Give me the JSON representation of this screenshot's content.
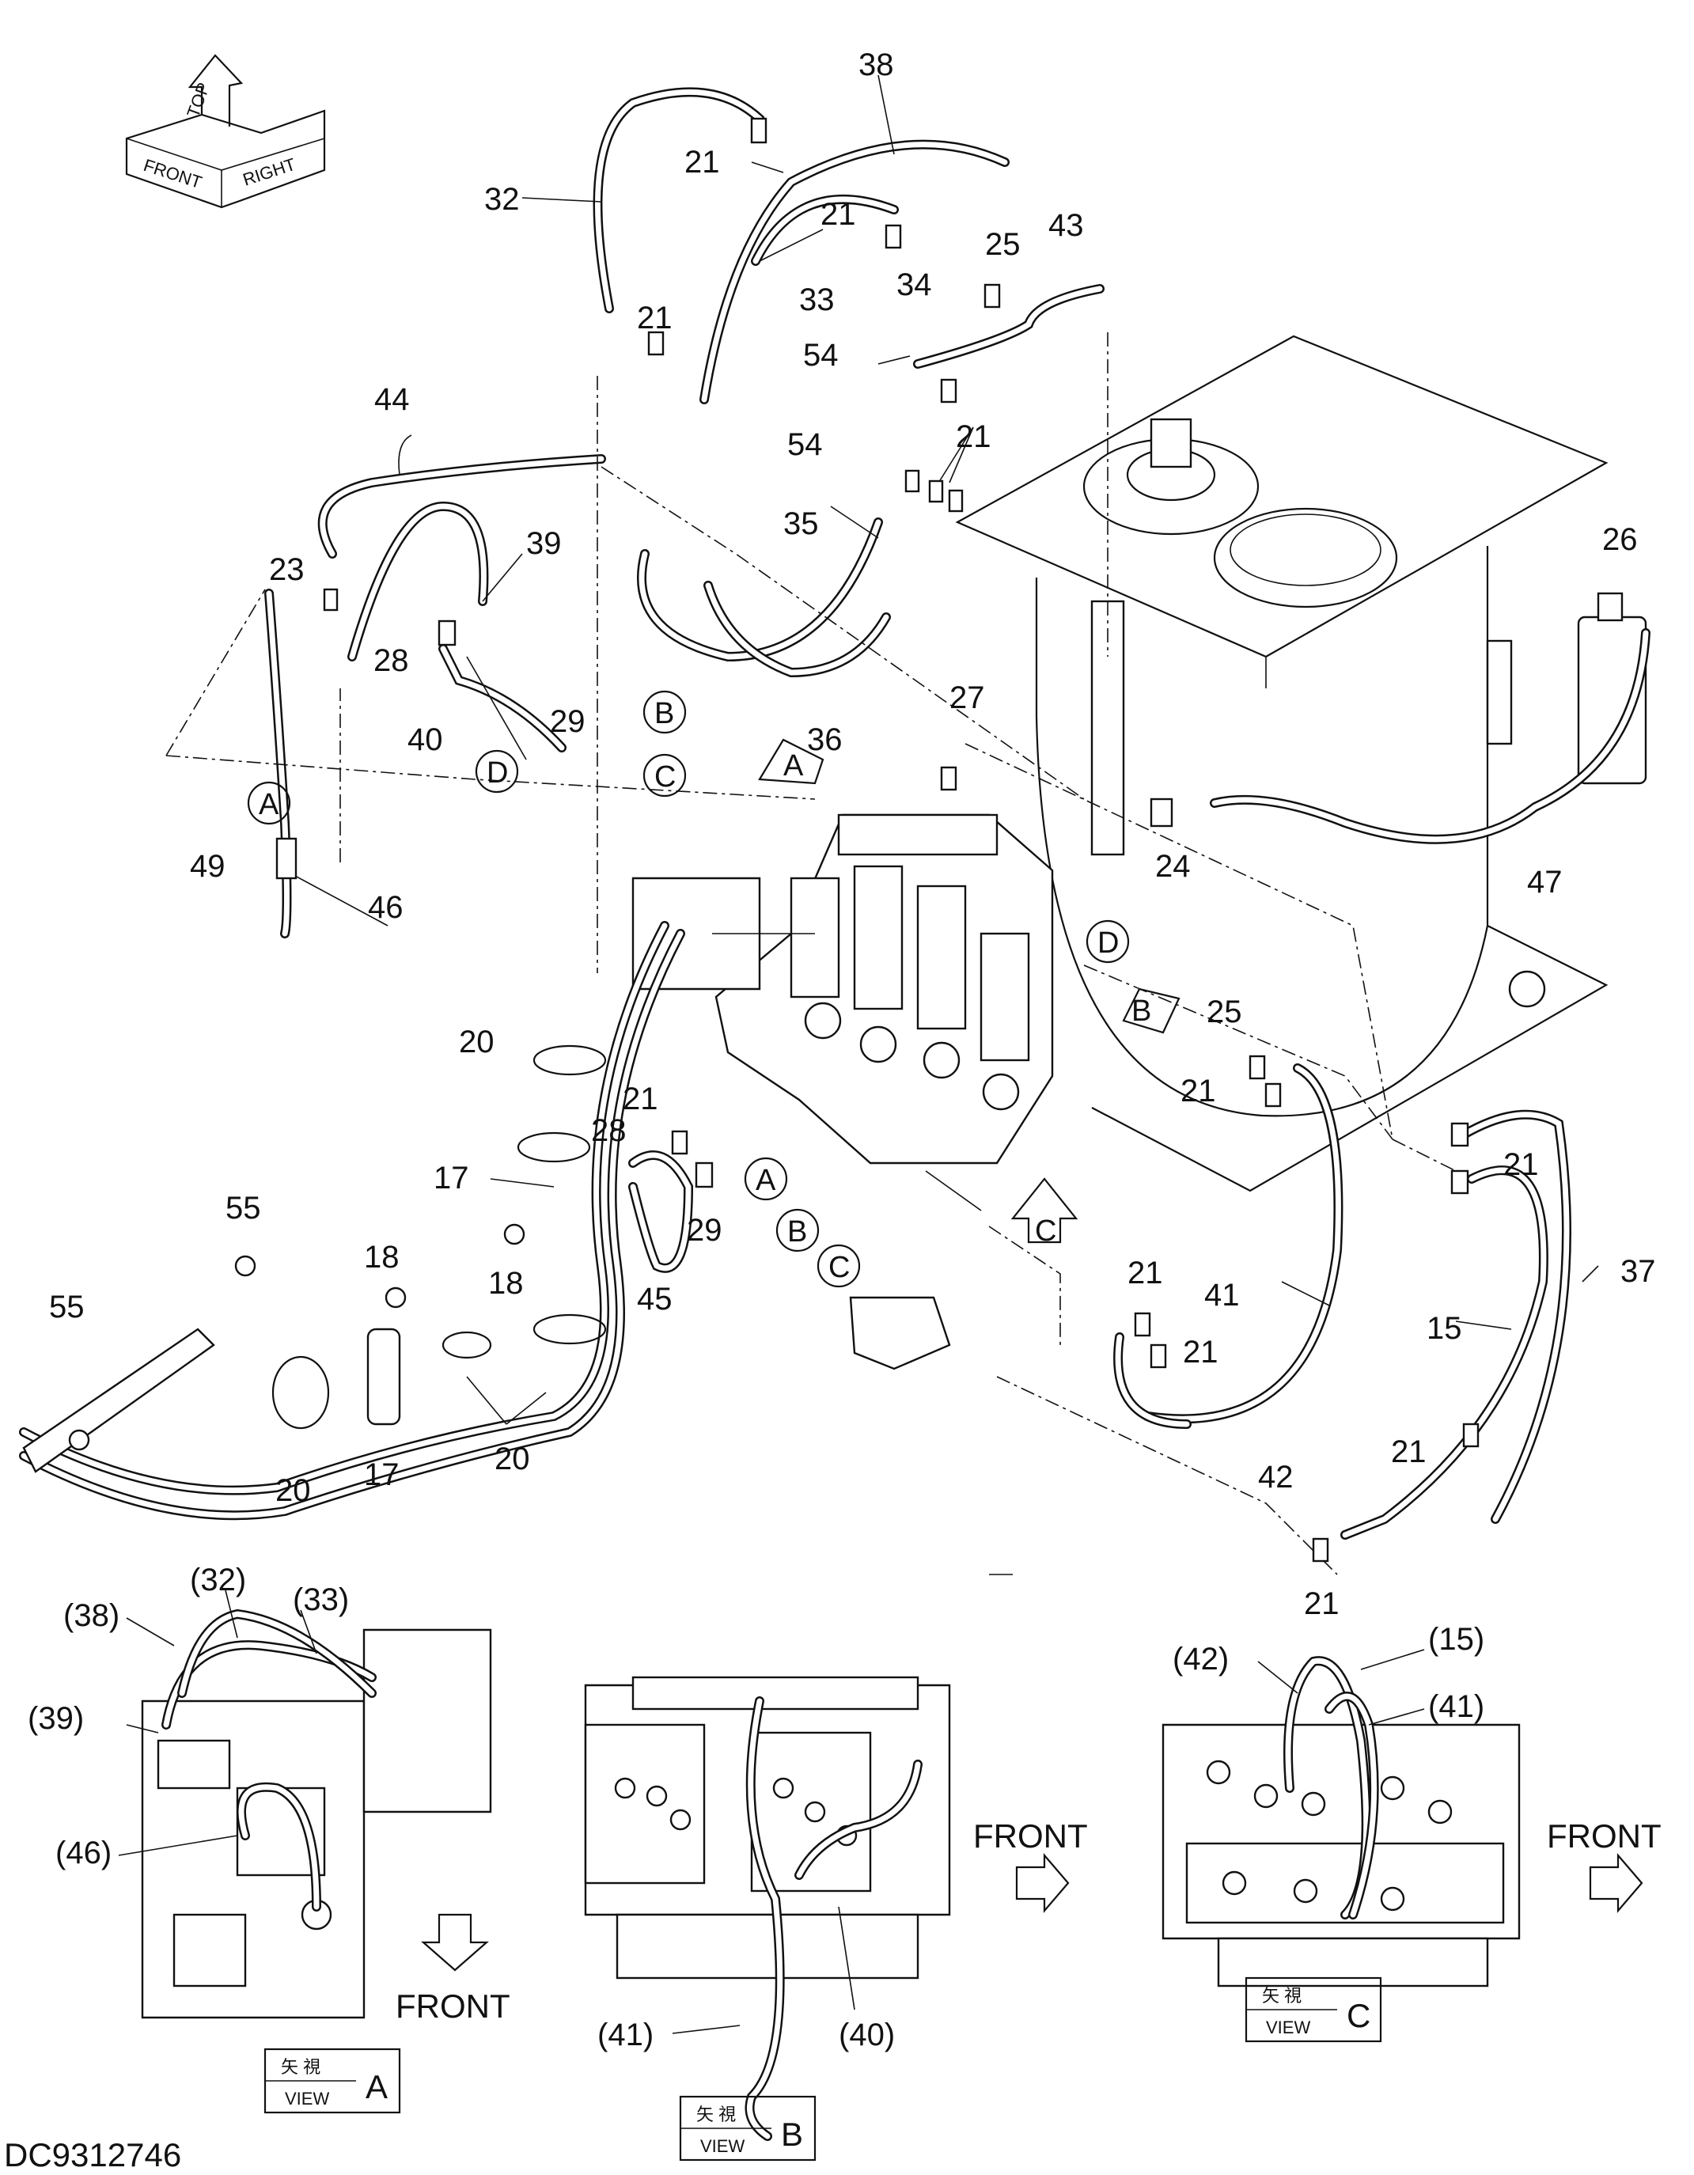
{
  "drawing_id": "DC9312746",
  "orientation_badge": {
    "front": "FRONT",
    "top": "TOP",
    "right": "RIGHT"
  },
  "callouts": {
    "c38": "38",
    "c32": "32",
    "c21a": "21",
    "c21b": "21",
    "c25a": "25",
    "c43": "43",
    "c21c": "21",
    "c33": "33",
    "c34": "34",
    "c54a": "54",
    "c44": "44",
    "c54b": "54",
    "c21d": "21",
    "c35": "35",
    "c26": "26",
    "c39": "39",
    "c23": "23",
    "c28a": "28",
    "c29a": "29",
    "c40": "40",
    "c36": "36",
    "c27": "27",
    "c49": "49",
    "c46": "46",
    "c24": "24",
    "c47": "47",
    "c25b": "25",
    "c21e": "21",
    "c20a": "20",
    "c21f": "21",
    "c28b": "28",
    "c17a": "17",
    "c29b": "29",
    "c55a": "55",
    "c18a": "18",
    "c18b": "18",
    "c45": "45",
    "c21g": "21",
    "c41": "41",
    "c37": "37",
    "c15": "15",
    "c21h": "21",
    "c21i": "21",
    "c42": "42",
    "c21j": "21",
    "c55b": "55",
    "c20b": "20",
    "c17b": "17",
    "c20c": "20",
    "c21k": "21"
  },
  "view_markers": {
    "b1": "B",
    "c1": "C",
    "d1": "D",
    "a1": "A",
    "arrow_a": "A",
    "d2": "D",
    "arrow_b": "B",
    "a2": "A",
    "b2": "B",
    "c2": "C",
    "arrow_c": "C"
  },
  "view_a": {
    "labels": {
      "l38": "(38)",
      "l32": "(32)",
      "l33": "(33)",
      "l39": "(39)",
      "l46": "(46)"
    },
    "front": "FRONT",
    "title_jp": "矢 視",
    "title_en": "VIEW",
    "letter": "A"
  },
  "view_b": {
    "labels": {
      "l41": "(41)",
      "l40": "(40)"
    },
    "front": "FRONT",
    "title_jp": "矢 視",
    "title_en": "VIEW",
    "letter": "B"
  },
  "view_c": {
    "labels": {
      "l42": "(42)",
      "l15": "(15)",
      "l41": "(41)"
    },
    "front": "FRONT",
    "title_jp": "矢 視",
    "title_en": "VIEW",
    "letter": "C"
  }
}
